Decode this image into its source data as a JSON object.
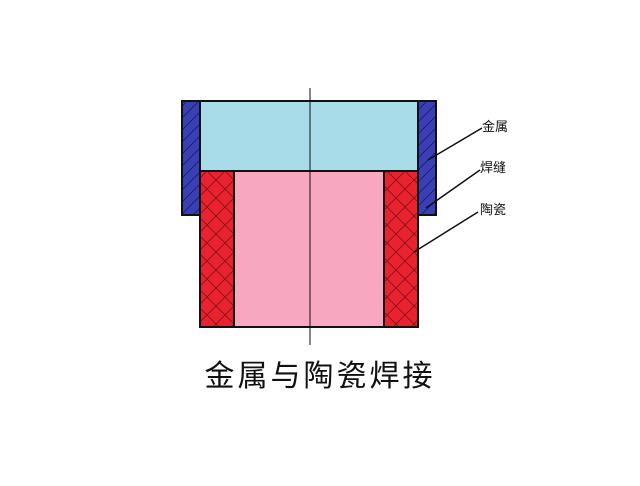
{
  "diagram": {
    "labels": {
      "metal": "金属",
      "weld": "焊缝",
      "ceramic": "陶瓷"
    },
    "caption": "金属与陶瓷焊接"
  },
  "colors": {
    "metal_fill": "#a8dce8",
    "weld_fill": "#3a3fb5",
    "ceramic_fill": "#e8232f",
    "inner_fill": "#f7a8c0",
    "outline": "#111111"
  }
}
